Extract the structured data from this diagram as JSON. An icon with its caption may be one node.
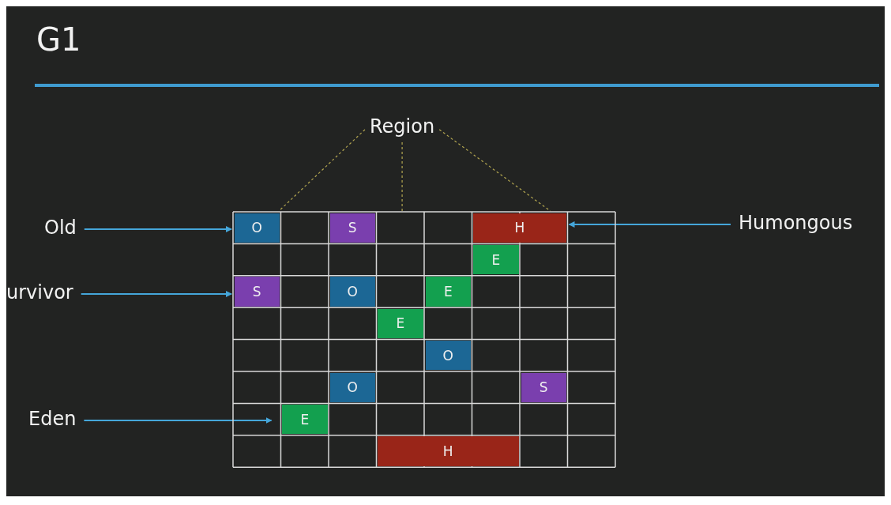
{
  "diagram": {
    "title": "G1",
    "nodes": [
      {
        "text": [
          "Region"
        ]
      },
      {
        "text": [
          "Old"
        ]
      },
      {
        "text": [
          "urvivor"
        ]
      },
      {
        "text": [
          "Eden"
        ]
      },
      {
        "text": [
          "Humongous"
        ]
      },
      {
        "text": [],
        "shape": "box"
      },
      {
        "text": [
          "O"
        ],
        "in": 5
      },
      {
        "text": [
          "S"
        ],
        "in": 5
      },
      {
        "text": [
          "H"
        ],
        "in": 5
      },
      {
        "text": [
          "E"
        ],
        "in": 5
      },
      {
        "text": [
          "S"
        ],
        "in": 5
      },
      {
        "text": [
          "O"
        ],
        "in": 5
      },
      {
        "text": [
          "E"
        ],
        "in": 5
      },
      {
        "text": [
          "E"
        ],
        "in": 5
      },
      {
        "text": [
          "O"
        ],
        "in": 5
      },
      {
        "text": [
          "O"
        ],
        "in": 5
      },
      {
        "text": [
          "S"
        ],
        "in": 5
      },
      {
        "text": [
          "E"
        ],
        "in": 5
      },
      {
        "text": [
          "H"
        ],
        "in": 5
      }
    ],
    "edges": [
      {
        "from": 0,
        "to": 5,
        "arrow": "none",
        "style": "dashed",
        "color": "#b3a650"
      },
      {
        "from": 0,
        "to": 5,
        "arrow": "none",
        "style": "dashed",
        "color": "#b3a650"
      },
      {
        "from": 0,
        "to": 5,
        "arrow": "none",
        "style": "dashed",
        "color": "#b3a650"
      },
      {
        "from": 1,
        "to": 6,
        "arrow": "to"
      },
      {
        "from": 2,
        "to": 10,
        "arrow": "to"
      },
      {
        "from": 3,
        "to": 17,
        "arrow": "to"
      },
      {
        "from": 4,
        "to": 8,
        "arrow": "to"
      }
    ]
  }
}
